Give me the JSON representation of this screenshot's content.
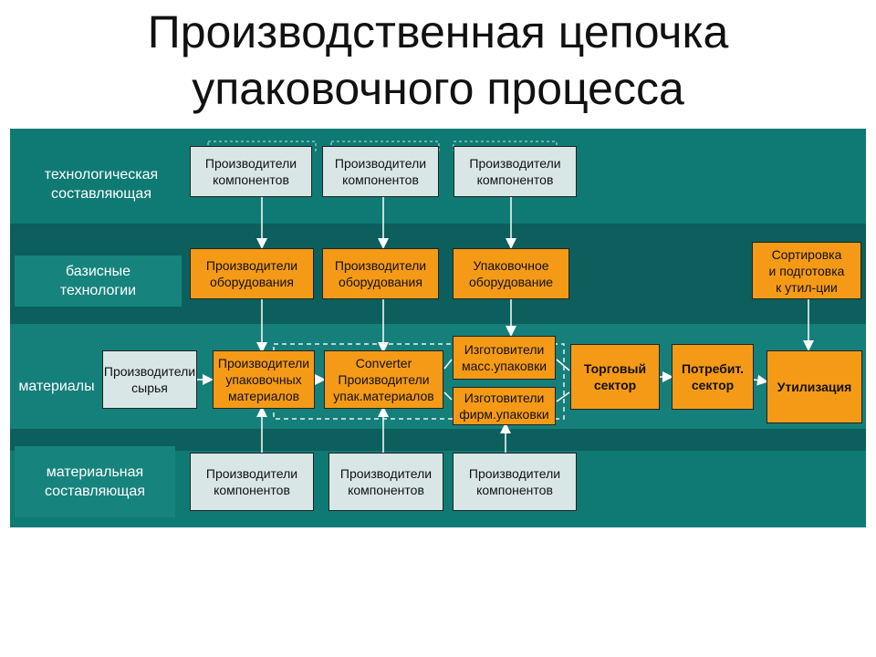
{
  "title": {
    "line1": "Производственная цепочка",
    "line2": "упаковочного процесса"
  },
  "row_labels": {
    "tech": [
      "технологическая",
      "составляющая"
    ],
    "base": [
      "базисные",
      "технологии"
    ],
    "material_row": "материалы",
    "material_comp": [
      "материальная",
      "составляющая"
    ]
  },
  "nodes": {
    "tech_1": [
      "Производители",
      "компонентов"
    ],
    "tech_2": [
      "Производители",
      "компонентов"
    ],
    "tech_3": [
      "Производители",
      "компонентов"
    ],
    "eq_1": [
      "Производители",
      "оборудования"
    ],
    "eq_2": [
      "Производители",
      "оборудования"
    ],
    "eq_3": [
      "Упаковочное",
      "оборудование"
    ],
    "sorting": [
      "Сортировка",
      "и подготовка",
      "к утил-ции"
    ],
    "raw": [
      "Производители",
      "сырья"
    ],
    "pack_materials": [
      "Производители",
      "упаковочных",
      "материалов"
    ],
    "converter": [
      "Converter",
      "Производители",
      "упак.материалов"
    ],
    "mass_pack": [
      "Изготовители",
      "масс.упаковки"
    ],
    "brand_pack": [
      "Изготовители",
      "фирм.упаковки"
    ],
    "trade": [
      "Торговый",
      "сектор"
    ],
    "consumer": [
      "Потребит.",
      "сектор"
    ],
    "utilization": [
      "Утилизация"
    ],
    "mat_1": [
      "Производители",
      "компонентов"
    ],
    "mat_2": [
      "Производители",
      "компонентов"
    ],
    "mat_3": [
      "Производители",
      "компонентов"
    ]
  },
  "colors": {
    "panel": "#0f7a74",
    "band_dark": "#0c5f5c",
    "component_box": "#d9e6e6",
    "process_box": "#f59a16"
  }
}
